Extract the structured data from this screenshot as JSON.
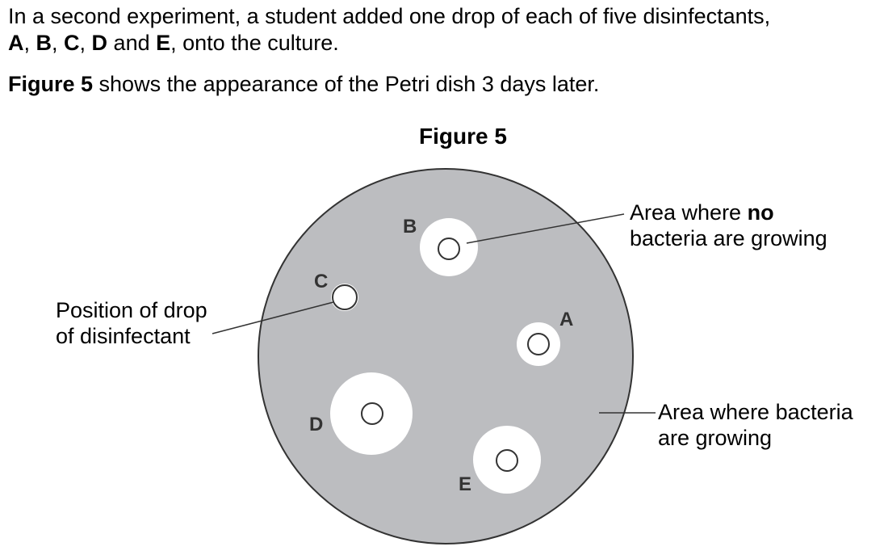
{
  "question": {
    "line1": "In a second experiment, a student added one drop of each of five disinfectants,",
    "line2_parts": [
      "A",
      ", ",
      "B",
      ", ",
      "C",
      ", ",
      "D",
      " and ",
      "E",
      ", onto the culture."
    ],
    "line3_bold": "Figure 5",
    "line3_rest": " shows the appearance of the Petri dish 3 days later."
  },
  "figure": {
    "title": "Figure 5",
    "colors": {
      "culture": "#bcbdc0",
      "clear_zone": "#ffffff",
      "outline": "#333333"
    },
    "drops": {
      "A": {
        "label": "A"
      },
      "B": {
        "label": "B"
      },
      "C": {
        "label": "C"
      },
      "D": {
        "label": "D"
      },
      "E": {
        "label": "E"
      }
    },
    "callouts": {
      "no_growth_pre": "Area where ",
      "no_growth_bold": "no",
      "no_growth_line2": "bacteria are growing",
      "drop_line1": "Position of drop",
      "drop_line2": "of disinfectant",
      "growth_line1": "Area where bacteria",
      "growth_line2": "are growing"
    }
  }
}
